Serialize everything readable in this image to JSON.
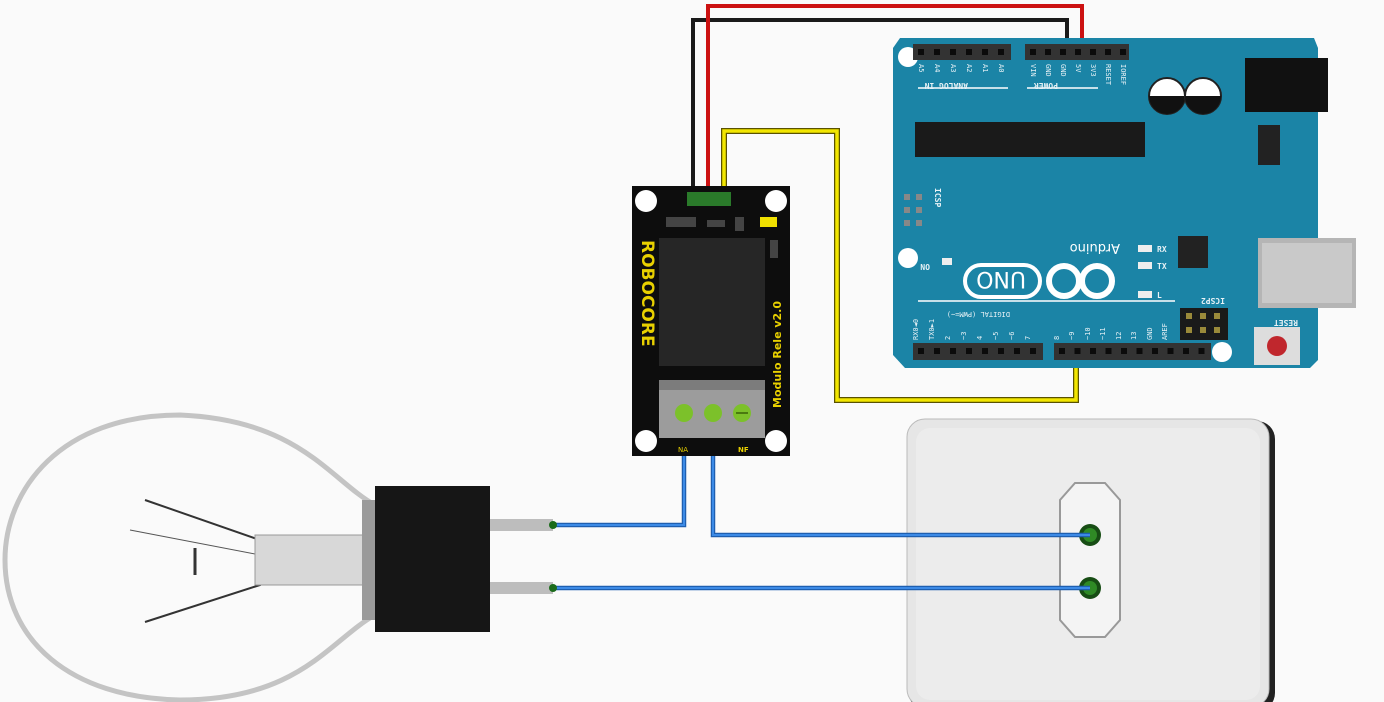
{
  "arduino": {
    "brand": "Arduino",
    "model": "UNO",
    "analog_label": "ANALOG IN",
    "analog_pins": [
      "A5",
      "A4",
      "A3",
      "A2",
      "A1",
      "A0"
    ],
    "power_label": "POWER",
    "power_pins": [
      "VIN",
      "GND",
      "GND",
      "5V",
      "3V3",
      "RESET",
      "IOREF"
    ],
    "digital_label": "DIGITAL (PWM=~)",
    "digital_pins": [
      "RX0◄0",
      "TX0►1",
      "2",
      "~3",
      "4",
      "~5",
      "~6",
      "7",
      "8",
      "~9",
      "~10",
      "~11",
      "12",
      "13",
      "GND",
      "AREF"
    ],
    "icsp_label": "ICSP",
    "icsp2_label": "ICSP2",
    "on_label": "ON",
    "rx_label": "RX",
    "tx_label": "TX",
    "l_label": "L",
    "reset_label": "RESET",
    "board_color": "#1b84a6"
  },
  "relay": {
    "brand": "ROBOCORE",
    "name": "Modulo Rele v2.0",
    "terminal_na": "NA",
    "terminal_nf": "NF"
  },
  "wires": {
    "gnd_color": "#1a1a1a",
    "vcc_color": "#cc1111",
    "signal_color": "#f2e600",
    "load_color": "#1e6fd0"
  }
}
